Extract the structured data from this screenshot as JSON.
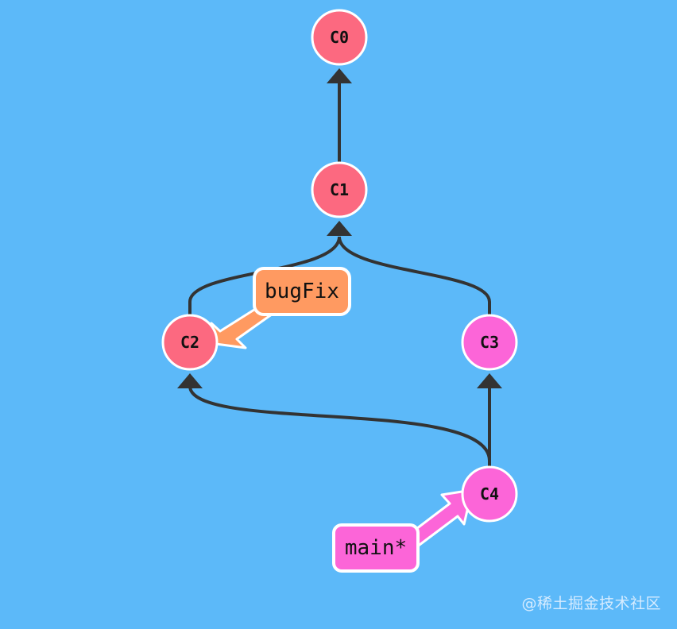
{
  "commits": [
    {
      "id": "C0",
      "label": "C0",
      "color": "#fc6980"
    },
    {
      "id": "C1",
      "label": "C1",
      "color": "#fc6980"
    },
    {
      "id": "C2",
      "label": "C2",
      "color": "#fc6980"
    },
    {
      "id": "C3",
      "label": "C3",
      "color": "#fc65d8"
    },
    {
      "id": "C4",
      "label": "C4",
      "color": "#fc65d8"
    }
  ],
  "edges": [
    {
      "from": "C1",
      "to": "C0"
    },
    {
      "from": "C2",
      "to": "C1"
    },
    {
      "from": "C3",
      "to": "C1"
    },
    {
      "from": "C4",
      "to": "C3"
    },
    {
      "from": "C4",
      "to": "C2"
    }
  ],
  "branches": [
    {
      "name": "bugFix",
      "label": "bugFix",
      "target": "C2",
      "color": "#ff9a61"
    },
    {
      "name": "main",
      "label": "main*",
      "target": "C4",
      "color": "#fc65d8"
    }
  ],
  "watermark": "@稀土掘金技术社区"
}
